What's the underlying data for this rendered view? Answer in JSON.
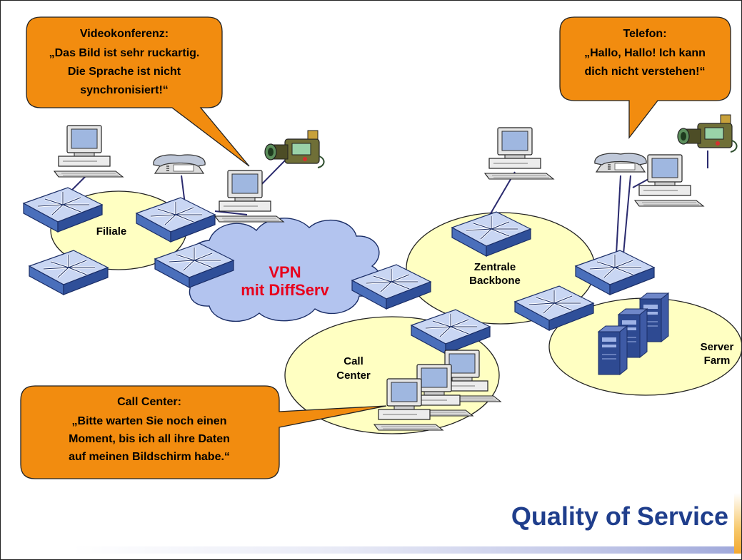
{
  "slide": {
    "title": "Quality of Service"
  },
  "zones": {
    "filiale": "Filiale",
    "backbone_line1": "Zentrale",
    "backbone_line2": "Backbone",
    "callcenter_line1": "Call",
    "callcenter_line2": "Center",
    "serverfarm_line1": "Server",
    "serverfarm_line2": "Farm"
  },
  "vpn": {
    "line1": "VPN",
    "line2": "mit DiffServ"
  },
  "bubbles": {
    "video": [
      "Videokonferenz:",
      "„Das Bild ist sehr ruckartig.",
      "Die Sprache ist nicht",
      "synchronisiert!“"
    ],
    "phone": [
      "Telefon:",
      "„Hallo, Hallo! Ich kann",
      "dich nicht verstehen!“"
    ],
    "callcenter": [
      "Call Center:",
      "„Bitte warten Sie noch einen",
      "Moment, bis ich all ihre Daten",
      "auf meinen Bildschirm habe.“"
    ]
  },
  "colors": {
    "bubble": "#f28c0f",
    "zone": "#ffffc2",
    "cloud": "#b3c4ef",
    "vpn_text": "#e8001c",
    "title": "#1f3e8c",
    "switch": "#5a7fc4"
  }
}
